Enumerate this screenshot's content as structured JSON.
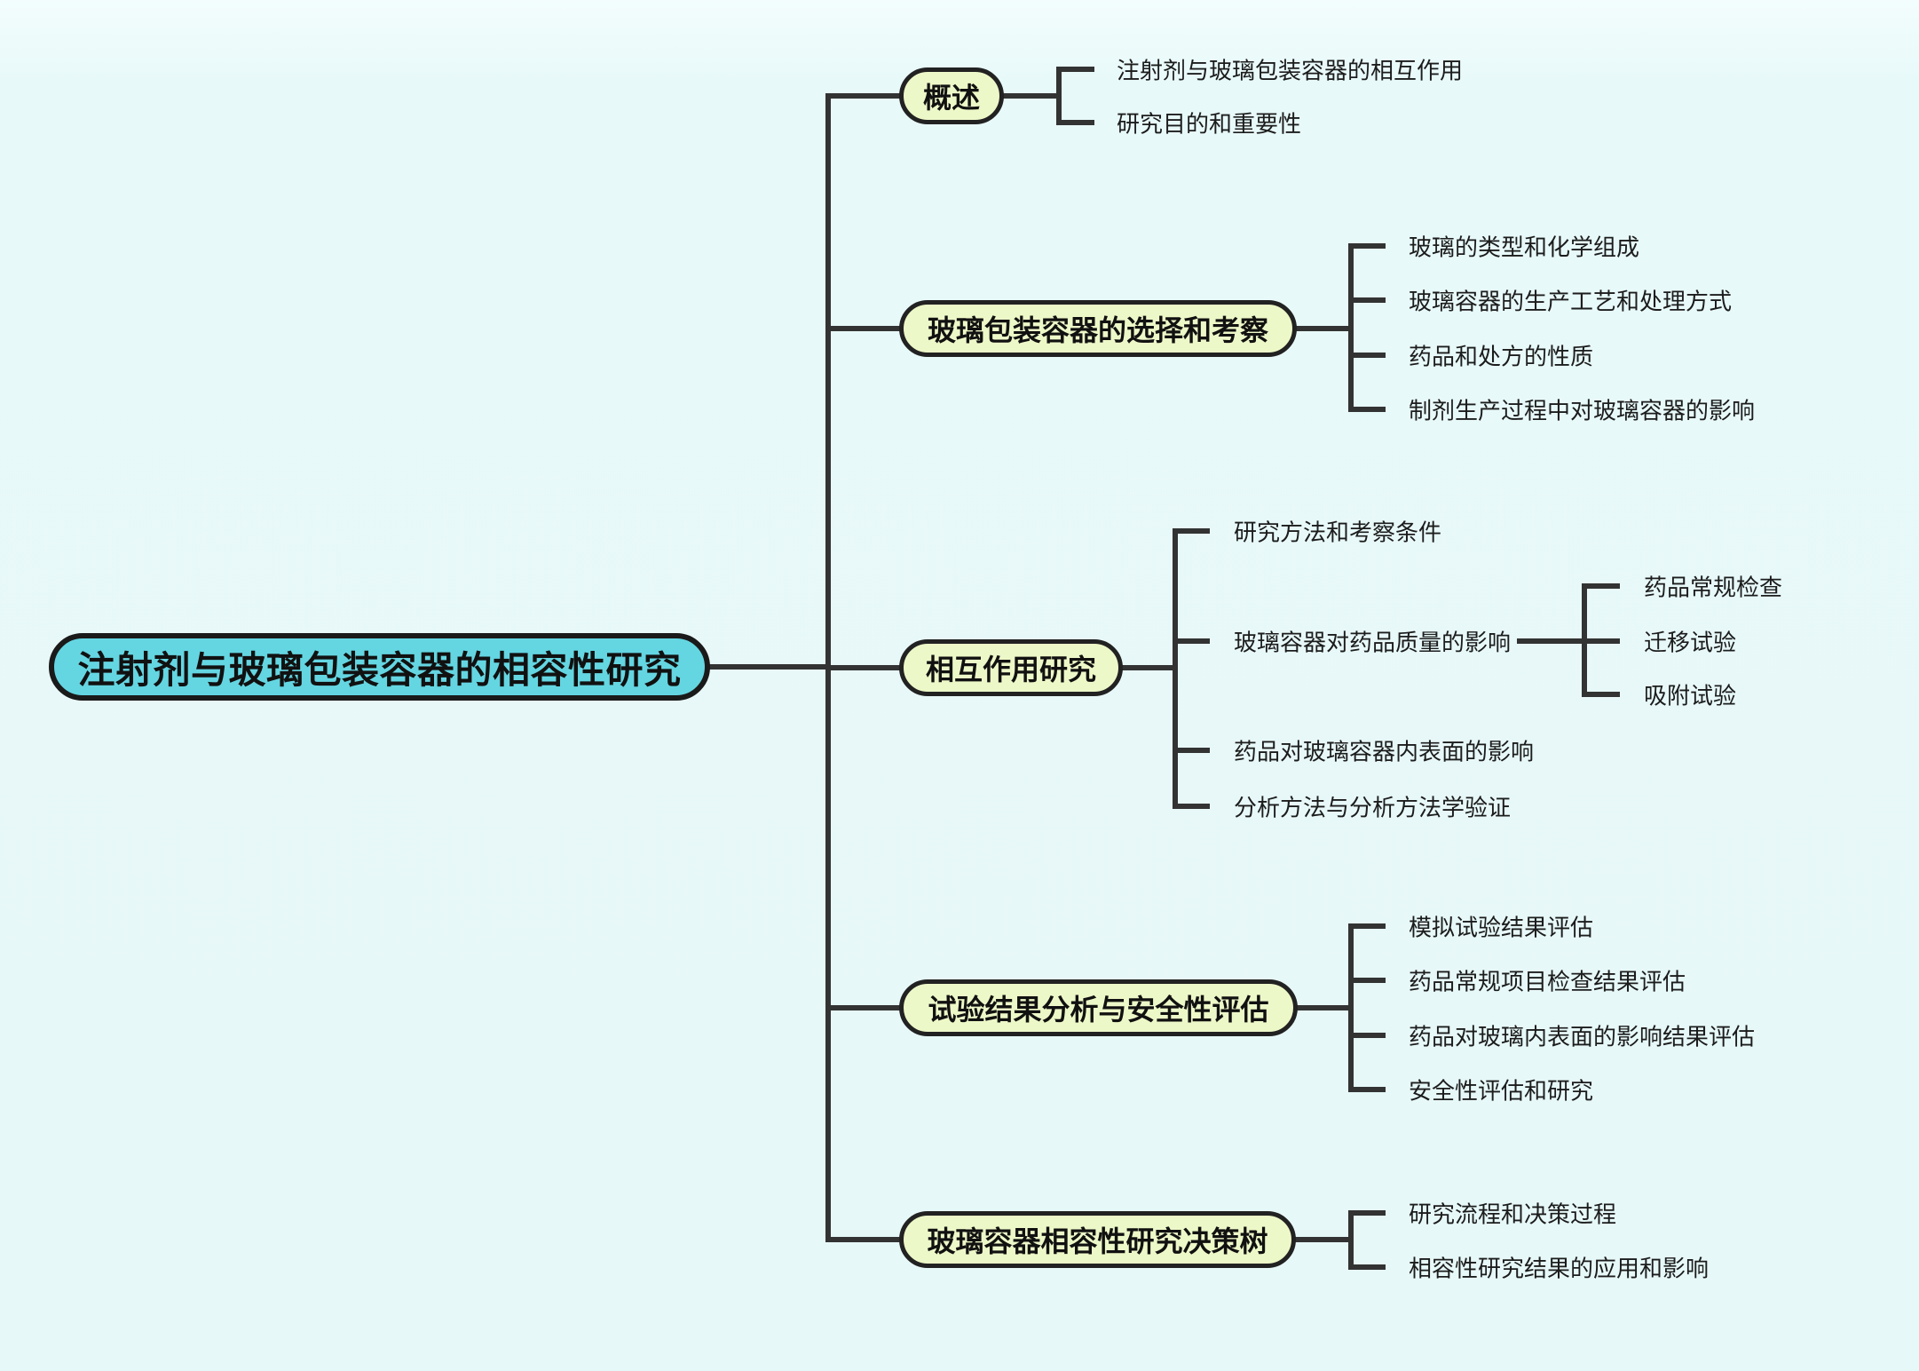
{
  "colors": {
    "background": "#e8f9f9",
    "root_fill": "#64d6e2",
    "branch_fill": "#edf8c8",
    "line": "#333333",
    "border": "#222222",
    "text": "#111111"
  },
  "root": {
    "label": "注射剂与玻璃包装容器的相容性研究"
  },
  "branches": [
    {
      "label": "概述",
      "children": [
        {
          "label": "注射剂与玻璃包装容器的相互作用"
        },
        {
          "label": "研究目的和重要性"
        }
      ]
    },
    {
      "label": "玻璃包装容器的选择和考察",
      "children": [
        {
          "label": "玻璃的类型和化学组成"
        },
        {
          "label": "玻璃容器的生产工艺和处理方式"
        },
        {
          "label": "药品和处方的性质"
        },
        {
          "label": "制剂生产过程中对玻璃容器的影响"
        }
      ]
    },
    {
      "label": "相互作用研究",
      "children": [
        {
          "label": "研究方法和考察条件"
        },
        {
          "label": "玻璃容器对药品质量的影响",
          "children": [
            {
              "label": "药品常规检查"
            },
            {
              "label": "迁移试验"
            },
            {
              "label": "吸附试验"
            }
          ]
        },
        {
          "label": "药品对玻璃容器内表面的影响"
        },
        {
          "label": "分析方法与分析方法学验证"
        }
      ]
    },
    {
      "label": "试验结果分析与安全性评估",
      "children": [
        {
          "label": "模拟试验结果评估"
        },
        {
          "label": "药品常规项目检查结果评估"
        },
        {
          "label": "药品对玻璃内表面的影响结果评估"
        },
        {
          "label": "安全性评估和研究"
        }
      ]
    },
    {
      "label": "玻璃容器相容性研究决策树",
      "children": [
        {
          "label": "研究流程和决策过程"
        },
        {
          "label": "相容性研究结果的应用和影响"
        }
      ]
    }
  ]
}
